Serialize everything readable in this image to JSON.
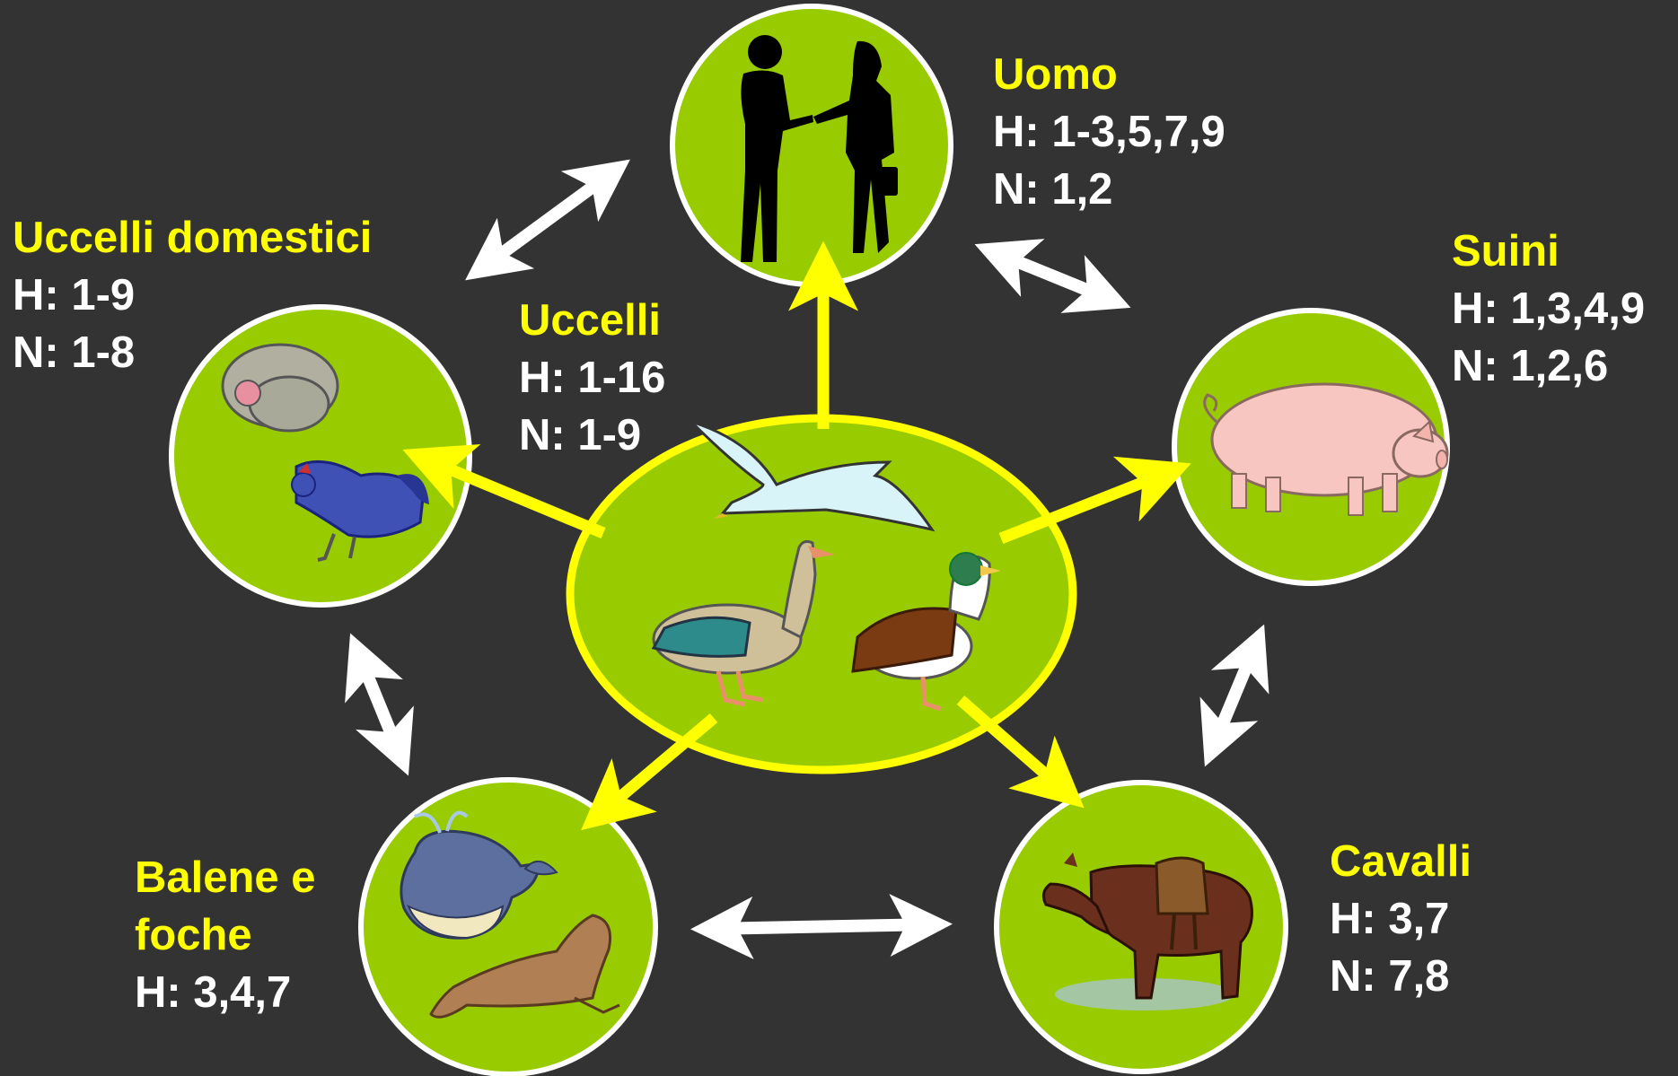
{
  "colors": {
    "background": "#333333",
    "node_fill": "#99CC00",
    "node_stroke": "#FFFFFF",
    "center_stroke": "#FFFF00",
    "title_text": "#FFFF00",
    "value_text": "#FFFFFF",
    "transmission_arrow": "#FFFF00",
    "exchange_arrow": "#FFFFFF"
  },
  "nodes": {
    "uomo": {
      "name": "Uomo",
      "h": "H: 1-3,5,7,9",
      "n": "N: 1,2",
      "image": "people-handshake-silhouette-icon"
    },
    "uccelli_domestici": {
      "name": "Uccelli domestici",
      "h": "H: 1-9",
      "n": "N: 1-8",
      "image": "turkey-and-rooster-icon"
    },
    "uccelli": {
      "name": "Uccelli",
      "h": "H: 1-16",
      "n": "N: 1-9",
      "image": "gull-goose-duck-icon"
    },
    "suini": {
      "name": "Suini",
      "h": "H: 1,3,4,9",
      "n": "N: 1,2,6",
      "image": "pig-icon"
    },
    "balene_foche": {
      "name_line1": "Balene e",
      "name_line2": "foche",
      "h": "H: 3,4,7",
      "image": "whale-and-seal-icon"
    },
    "cavalli": {
      "name": "Cavalli",
      "h": "H: 3,7",
      "n": "N: 7,8",
      "image": "saddled-horse-icon"
    }
  }
}
